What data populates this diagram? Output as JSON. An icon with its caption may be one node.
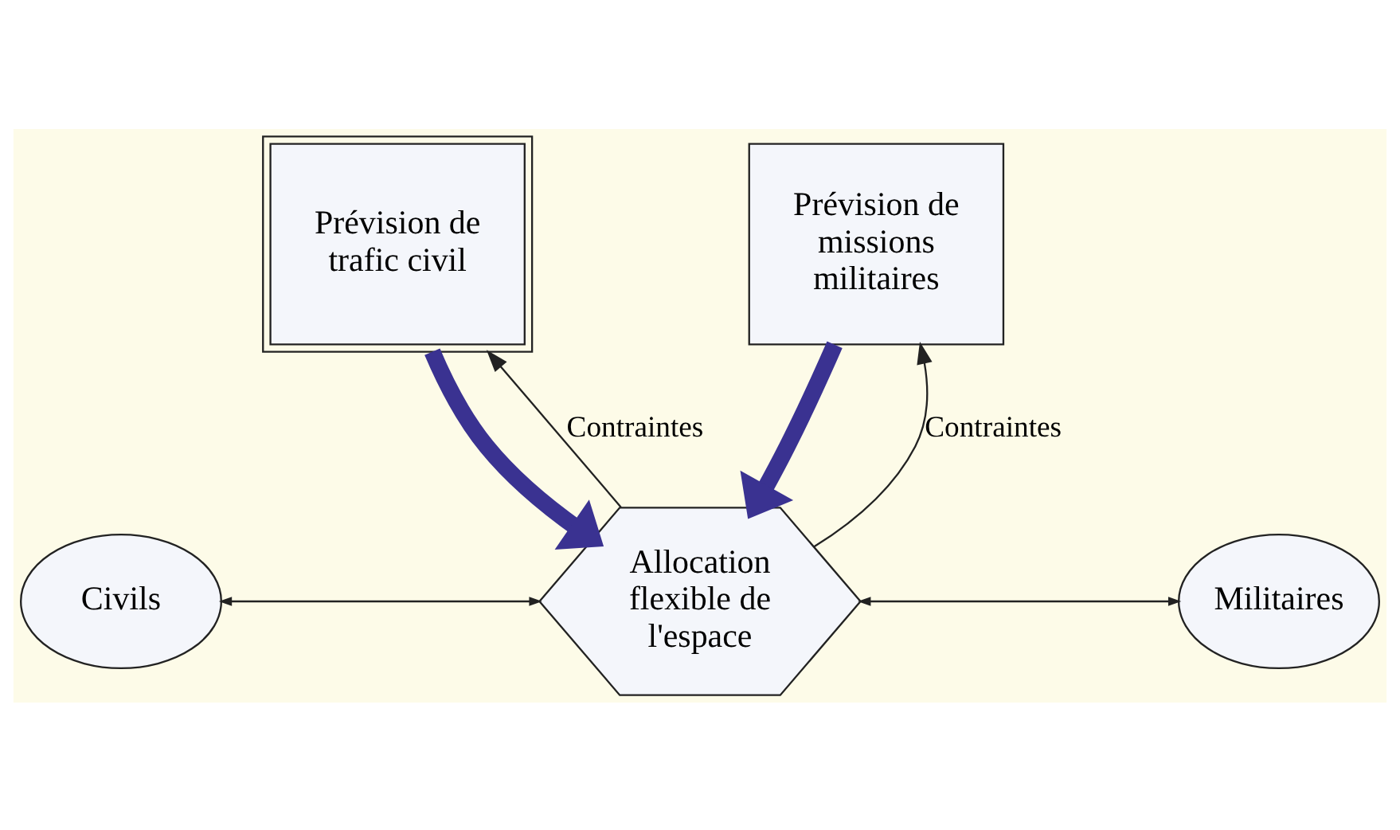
{
  "diagram": {
    "nodes": [
      {
        "text": [
          "Prévision de trafic civil"
        ]
      },
      {
        "text": [
          "Prévision de missions militaires"
        ]
      },
      {
        "text": [
          "Allocation flexible de l'espace"
        ]
      },
      {
        "text": [
          "Civils"
        ]
      },
      {
        "text": [
          "Militaires"
        ]
      }
    ],
    "edges": [
      {
        "from": 0,
        "to": 2,
        "arrow": "to",
        "style": "thick",
        "color": "#3a3291"
      },
      {
        "from": 1,
        "to": 2,
        "arrow": "to",
        "style": "thick",
        "color": "#3a3291"
      },
      {
        "from": 2,
        "to": 0,
        "arrow": "to",
        "label": "Contraintes"
      },
      {
        "from": 2,
        "to": 1,
        "arrow": "to",
        "label": "Contraintes"
      },
      {
        "from": 3,
        "to": 2,
        "arrow": "both"
      },
      {
        "from": 2,
        "to": 4,
        "arrow": "both"
      }
    ]
  }
}
